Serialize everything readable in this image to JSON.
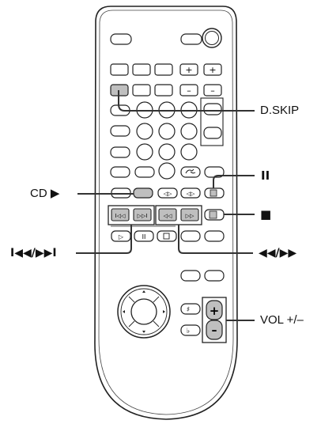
{
  "labels": {
    "dskip": "D.SKIP",
    "pause_symbol": "II",
    "cd_play": "CD ▶",
    "stop_symbol": "■",
    "skip_prev_next": "I◀◀/▶▶I",
    "search_rew_ff": "◀◀/▶▶",
    "volume": "VOL +/–"
  },
  "button_glyphs": {
    "vol_plus": "+",
    "vol_minus": "–",
    "plus": "+",
    "minus": "–",
    "sharp": "♯",
    "flat": "♭"
  },
  "colors": {
    "remote_outline": "#222222",
    "highlight_fill": "#bfbfbf",
    "leader_line": "#333333"
  }
}
